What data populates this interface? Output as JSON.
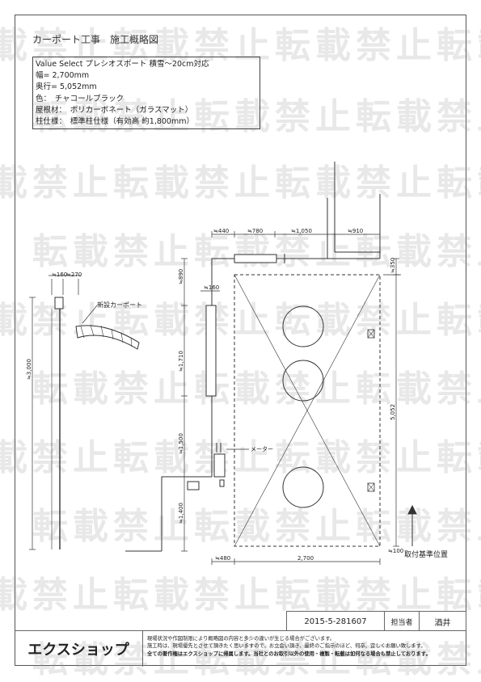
{
  "title": "カーポート工事　施工概略図",
  "spec": {
    "lines": [
      "Value Select プレシオスポート 積雪～20cm対応",
      "幅= 2,700mm",
      "奥行= 5,052mm",
      "色：　チャコールブラック",
      "屋根材：　ポリカーボネート（ガラスマット）",
      "柱仕様：　標準柱仕様（有効高 約1,800mm）"
    ]
  },
  "watermark": "転載禁止",
  "diagram": {
    "top_dims": [
      "≒440",
      "≒780",
      "≒1,050",
      "≒910"
    ],
    "dim_side_160_270": [
      "≒160",
      "≒270"
    ],
    "dim_890": "≒890",
    "dim_160": "≒160",
    "dim_1710": "≒1,710",
    "dim_1500": "≒1,500",
    "dim_1400": "≒1,400",
    "dim_3000": "≒3,000",
    "dim_350": "≒350",
    "dim_5052": "5,052",
    "dim_100": "≒100",
    "dim_480": "≒480",
    "dim_2700": "2,700",
    "label_new_carport": "新設カーポート",
    "label_meter": "メーター",
    "label_base": "取付基準位置"
  },
  "footer": {
    "doc_no": "2015-5-281607",
    "person_label": "担当者",
    "person_name": "酒井",
    "logo": "エクスショップ",
    "note_1": "現場状況や作図制限により概略図の内容と多少の違いが生じる場合がございます。",
    "note_2": "施工時は、現場優先とさせて頂きたく思いますので、お立会い頂き、最終のご指示のほど、何卒、宜しくお願い致します。",
    "note_3": "全ての著作権はエクスショップに帰属します。当社とのお取引以外の使用・複製・転載は如何なる場合も禁止しております。"
  }
}
